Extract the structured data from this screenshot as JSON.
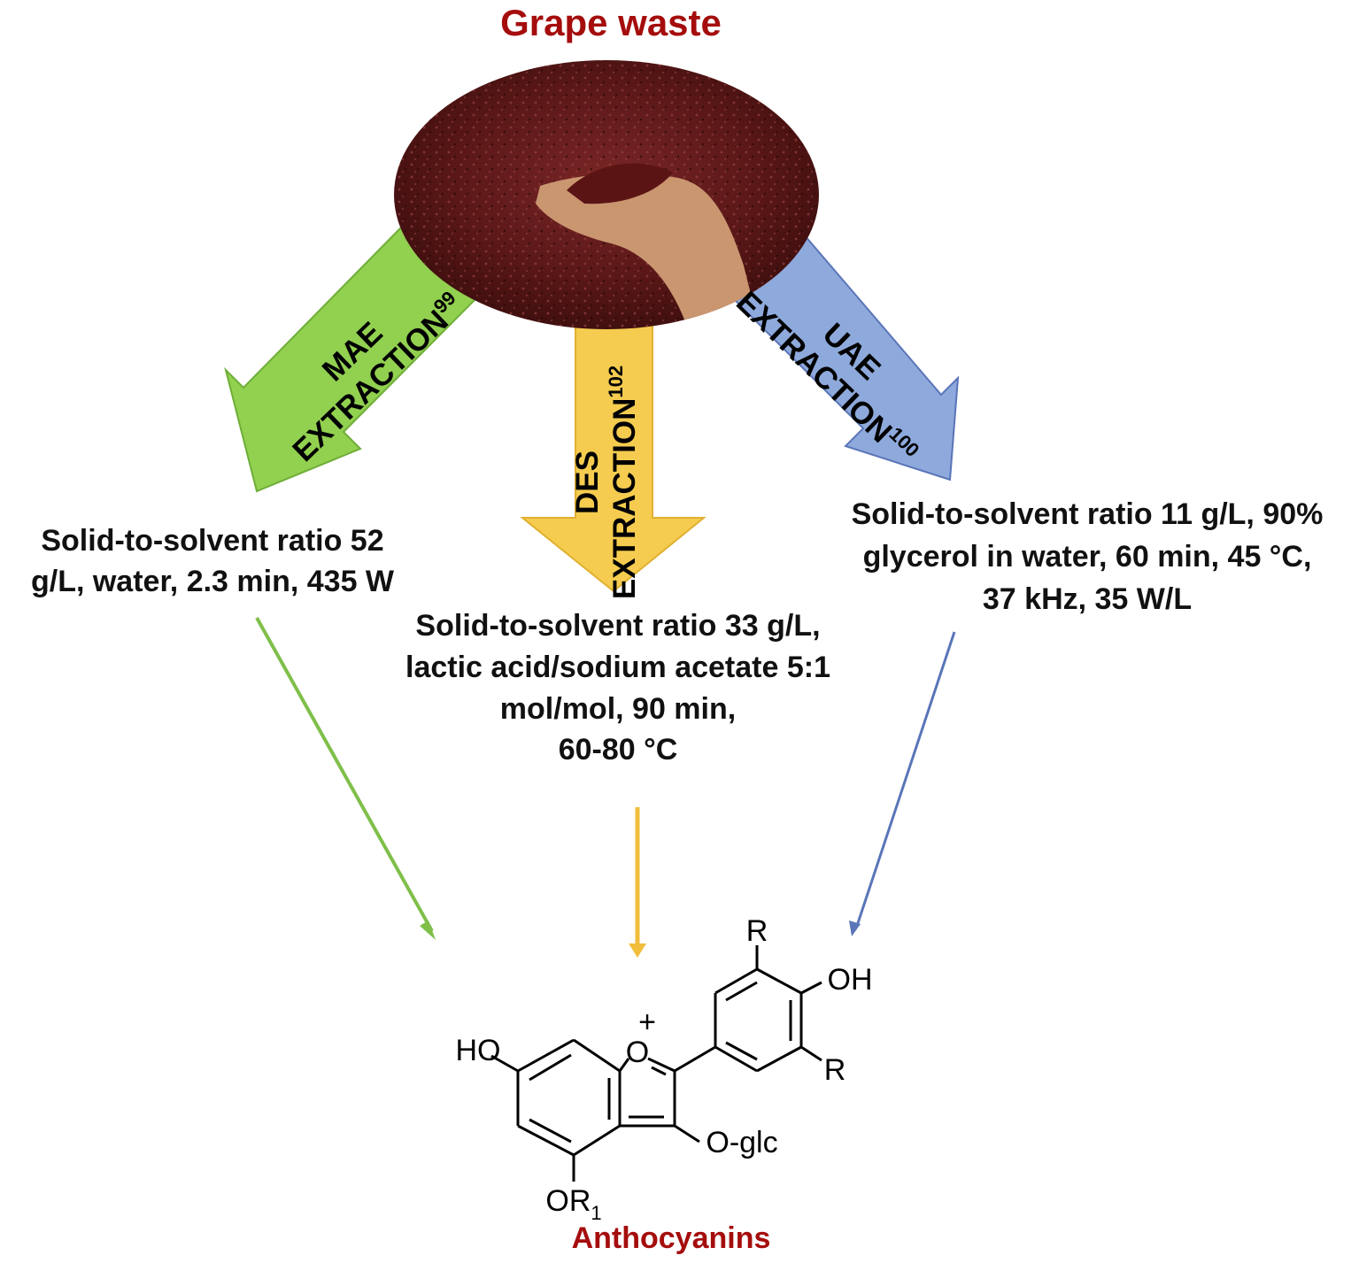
{
  "title": "Grape waste",
  "product": "Anthocyanins",
  "methods": [
    {
      "label_line1": "MAE",
      "label_line2": "EXTRACTION",
      "ref": "99",
      "color": "#92d050",
      "conditions": [
        "Solid-to-solvent ratio 52",
        "g/L, water, 2.3 min, 435 W"
      ]
    },
    {
      "label_line1": "DES",
      "label_line2": "EXTRACTION",
      "ref": "102",
      "color": "#f5cc4f",
      "conditions": [
        "Solid-to-solvent ratio 33 g/L,",
        "lactic acid/sodium acetate 5:1",
        "mol/mol, 90 min,",
        "60-80 °C"
      ]
    },
    {
      "label_line1": "UAE",
      "label_line2": "EXTRACTION",
      "ref": "100",
      "color": "#8ea9db",
      "conditions": [
        "Solid-to-solvent ratio 11 g/L, 90%",
        "glycerol in water, 60 min, 45 °C,",
        "37 kHz, 35 W/L"
      ]
    }
  ],
  "structure": {
    "ho_left": "HO",
    "oxonium": "O",
    "charge": "+",
    "oh_right": "OH",
    "r_top": "R",
    "r_bottom": "R",
    "o_glc": "O-glc",
    "or1": "OR",
    "or1_sub": "1"
  },
  "colors": {
    "title": "#a50d0d",
    "mae": "#92d050",
    "des": "#f5cc4f",
    "uae": "#8ea9db",
    "soil_dark": "#3d0f0f",
    "soil_mid": "#6b1e1e"
  }
}
